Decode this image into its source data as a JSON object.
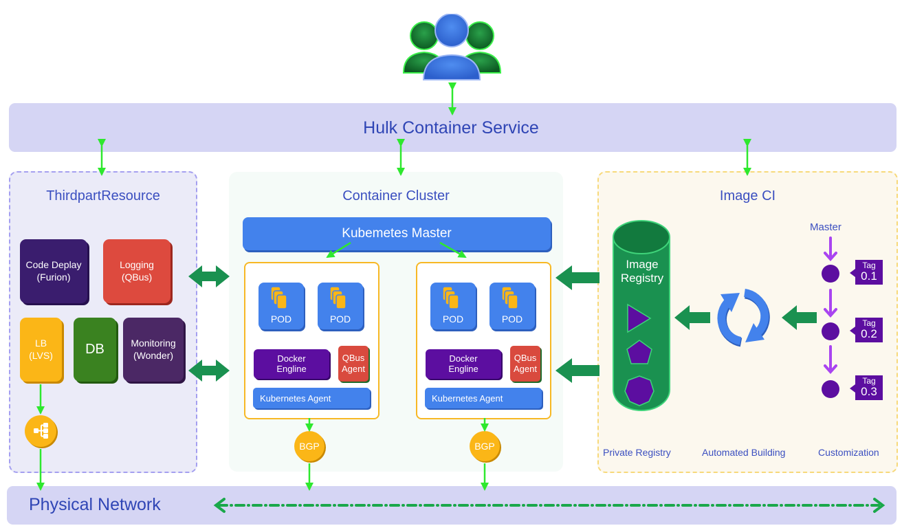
{
  "users": {
    "icon": "users-group-icon"
  },
  "top_band": {
    "title": "Hulk Container Service"
  },
  "bottom_band": {
    "title": "Physical Network"
  },
  "thirdpart": {
    "title": "ThirdpartResource",
    "tiles": [
      {
        "line1": "Code Deplay",
        "line2": "(Furion)",
        "color": "#3a1d6e"
      },
      {
        "line1": "Logging",
        "line2": "(QBus)",
        "color": "#dd4a3e"
      },
      {
        "line1": "LB",
        "line2": "(LVS)",
        "color": "#fbb617"
      },
      {
        "line1": "DB",
        "line2": "",
        "color": "#3a8220"
      },
      {
        "line1": "Monitoring",
        "line2": "(Wonder)",
        "color": "#4b2865"
      }
    ],
    "lb_icon": "sitemap-icon"
  },
  "cluster": {
    "title": "Container Cluster",
    "master": "Kubemetes Master",
    "nodes": [
      {
        "pods": [
          "POD",
          "POD"
        ],
        "docker": [
          "Docker",
          "Engline"
        ],
        "qbus": [
          "QBus",
          "Agent"
        ],
        "agent": "Kubernetes Agent",
        "bgp": "BGP"
      },
      {
        "pods": [
          "POD",
          "POD"
        ],
        "docker": [
          "Docker",
          "Engline"
        ],
        "qbus": [
          "QBus",
          "Agent"
        ],
        "agent": "Kubernetes Agent",
        "bgp": "BGP"
      }
    ]
  },
  "image_ci": {
    "title": "Image CI",
    "registry": [
      "Image",
      "Registry"
    ],
    "master_label": "Master",
    "tags": [
      {
        "word": "Tag",
        "version": "0.1"
      },
      {
        "word": "Tag",
        "version": "0.2"
      },
      {
        "word": "Tag",
        "version": "0.3"
      }
    ],
    "captions": [
      "Private Registry",
      "Automated Building",
      "Customization"
    ]
  },
  "colors": {
    "accent_text": "#2f45b5",
    "arrow_green": "#2ee82e",
    "block_arrow_green": "#1a9150",
    "kube_blue": "#4382ec",
    "tag_purple": "#5c0ea0"
  }
}
